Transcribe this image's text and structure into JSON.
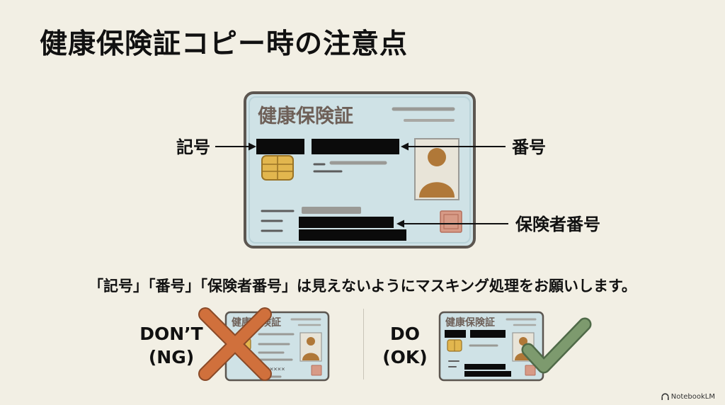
{
  "title": "健康保険証コピー時の注意点",
  "card": {
    "title": "健康保険証"
  },
  "labels": {
    "kigou": "記号",
    "bangou": "番号",
    "hokenja_bangou": "保険者番号"
  },
  "instruction": "「記号」「番号」「保険者番号」は見えないようにマスキング処理をお願いします。",
  "examples": {
    "dont_line1": "DON’T",
    "dont_line2": "(NG)",
    "dont_card_title": "健康保険証",
    "dont_card_digits": "××××××",
    "do_line1": "DO",
    "do_line2": "(OK)",
    "do_card_title": "健康保険証"
  },
  "watermark": "NotebookLM",
  "colors": {
    "background": "#f2efe4",
    "card_fill": "#cfe2e6",
    "card_border": "#5c5650",
    "mask": "#0b0b0b",
    "chip": "#e2b64e",
    "avatar": "#b07838",
    "cross": "#d0703c",
    "check": "#7d9a6e"
  },
  "icons": [
    "ic-chip-icon",
    "avatar-icon",
    "stamp-icon",
    "arrow-icon",
    "cross-mark-icon",
    "check-mark-icon",
    "notebooklm-logo-icon"
  ]
}
